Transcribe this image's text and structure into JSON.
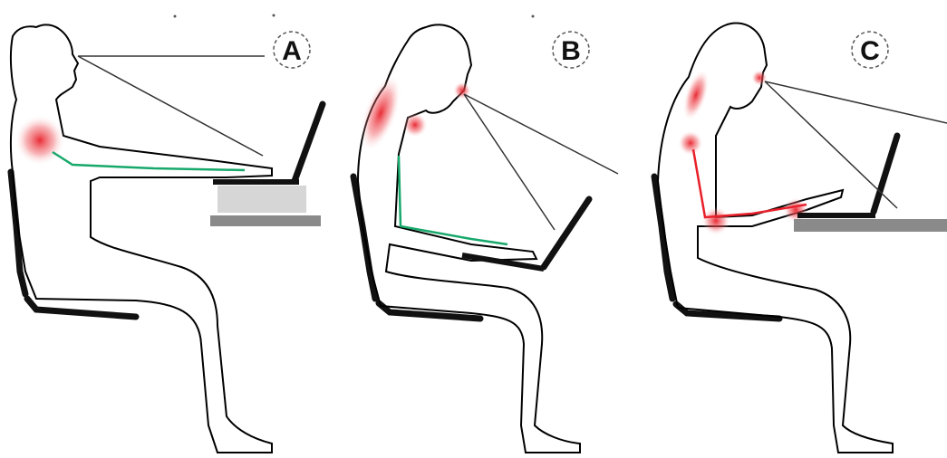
{
  "panels": [
    {
      "id": "A",
      "label": "A"
    },
    {
      "id": "B",
      "label": "B"
    },
    {
      "id": "C",
      "label": "C"
    }
  ],
  "colors": {
    "outline": "#000000",
    "furniture": "#1a1a1a",
    "support_light": "#d6d6d6",
    "support_dark": "#8a8a8a",
    "strain": "#e8202a",
    "alignment": "#17a86b",
    "sight_line": "#333333"
  }
}
